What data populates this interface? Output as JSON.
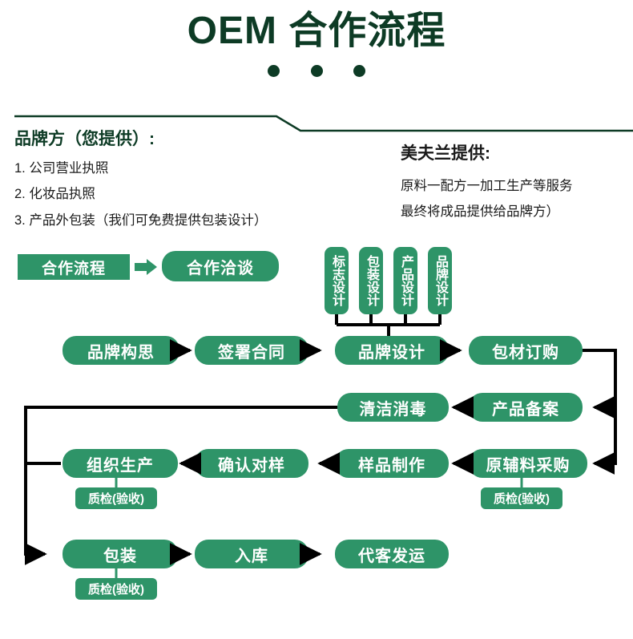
{
  "header": {
    "title": "OEM 合作流程",
    "dots": [
      "dot",
      "dot",
      "dot"
    ]
  },
  "brand_block": {
    "heading": "品牌方（您提供）:",
    "items": [
      "1. 公司营业执照",
      "2. 化妆品执照",
      "3. 产品外包装（我们可免费提供包装设计）"
    ]
  },
  "supplier_block": {
    "heading": "美夫兰提供:",
    "items": [
      "原料一配方一加工生产等服务",
      "最终将成品提供给品牌方）"
    ]
  },
  "legend": {
    "label": "合作流程",
    "first_step": "合作洽谈"
  },
  "design_group": [
    "标志设计",
    "包装设计",
    "产品设计",
    "品牌设计"
  ],
  "flow": {
    "row1": [
      "品牌构思",
      "签署合同",
      "品牌设计",
      "包材订购"
    ],
    "row2": [
      "清洁消毒",
      "产品备案"
    ],
    "row3": [
      "组织生产",
      "确认对样",
      "样品制作",
      "原辅料采购"
    ],
    "row4": [
      "包装",
      "入库",
      "代客发运"
    ]
  },
  "qc_badges": {
    "organize_production": "质检(验收)",
    "raw_material": "质检(验收)",
    "packaging": "质检(验收)"
  },
  "colors": {
    "brand_green": "#2e9468",
    "dark_green": "#0d3b25",
    "wire": "#000000",
    "background": "#ffffff"
  }
}
